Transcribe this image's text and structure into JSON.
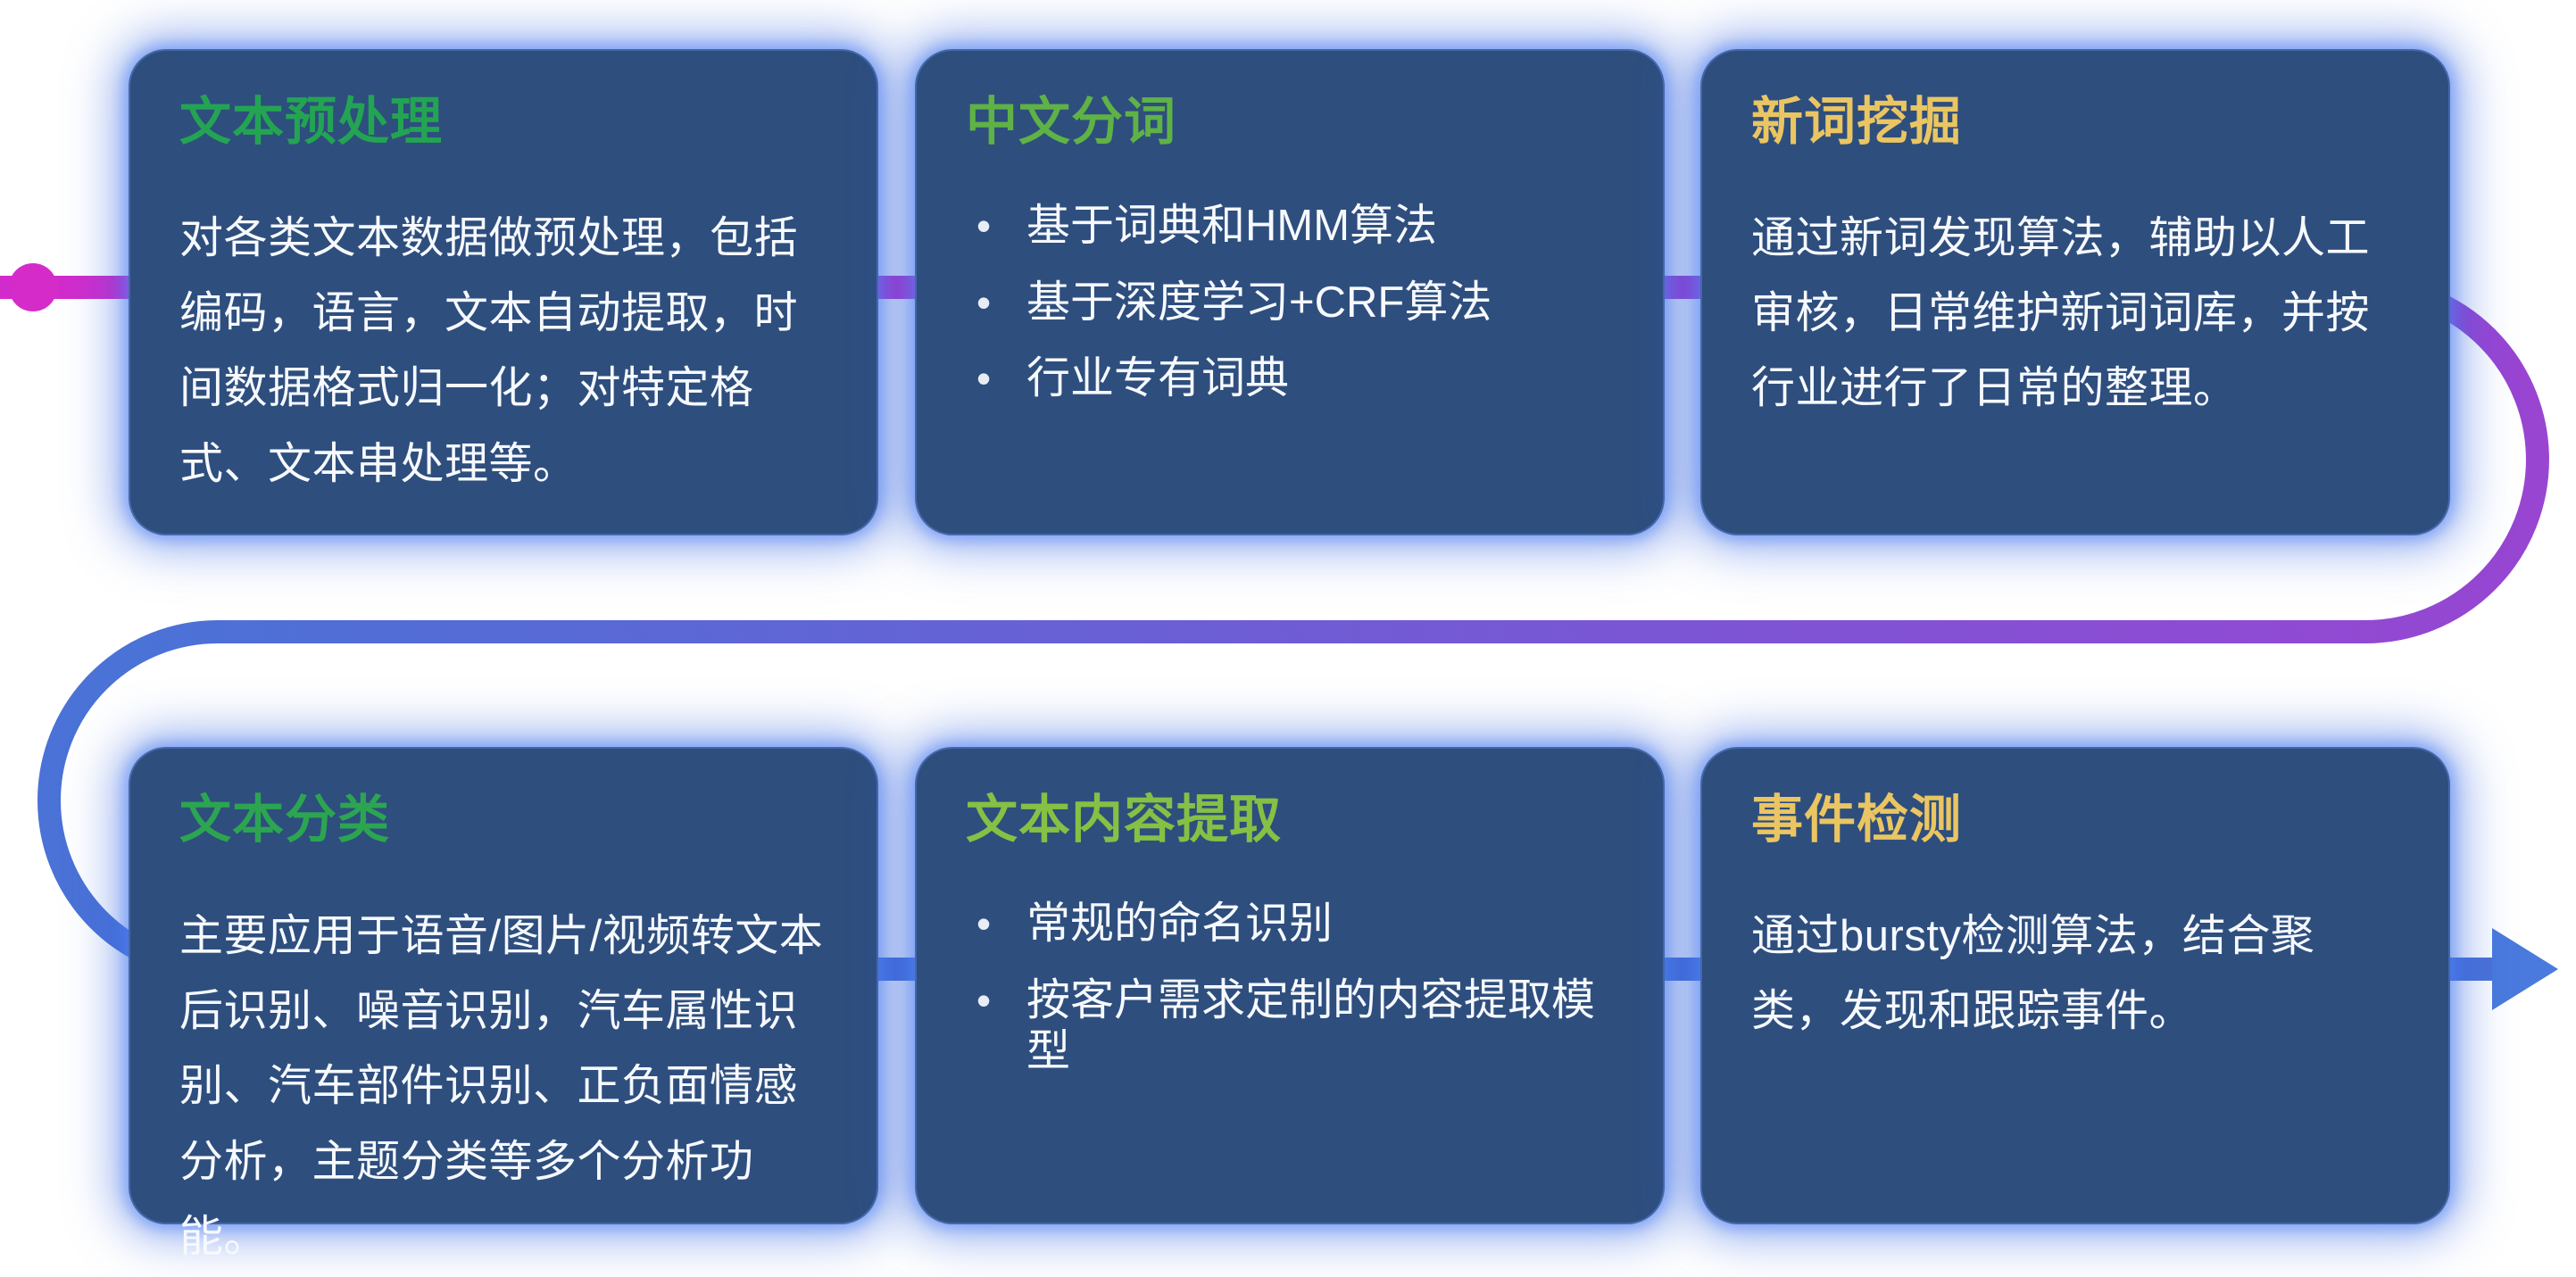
{
  "glyphs": {
    "bullet": "•"
  },
  "flow": {
    "start_color": "#d32bcb",
    "mid_color": "#9a44d2",
    "end_color": "#4a72d7",
    "arrow_color": "#4a7add",
    "dot_color": "#d52bc9"
  },
  "cards": [
    {
      "title": "文本预处理",
      "title_color": "#23a452",
      "body": "对各类文本数据做预处理，包括编码，语言，文本自动提取，时间数据格式归一化；对特定格式、文本串处理等。"
    },
    {
      "title": "中文分词",
      "title_color": "#5fb246",
      "bullets": [
        "基于词典和HMM算法",
        "基于深度学习+CRF算法",
        "行业专有词典"
      ]
    },
    {
      "title": "新词挖掘",
      "title_color": "#eac561",
      "body": "通过新词发现算法，辅助以人工审核，日常维护新词词库，并按行业进行了日常的整理。"
    },
    {
      "title": "文本分类",
      "title_color": "#2ca551",
      "body": "主要应用于语音/图片/视频转文本后识别、噪音识别，汽车属性识别、汽车部件识别、正负面情感分析，主题分类等多个分析功能。"
    },
    {
      "title": "文本内容提取",
      "title_color": "#86c044",
      "bullets": [
        "常规的命名识别",
        "按客户需求定制的内容提取模型"
      ]
    },
    {
      "title": "事件检测",
      "title_color": "#eac561",
      "body": "通过bursty检测算法，结合聚类，发现和跟踪事件。"
    }
  ]
}
